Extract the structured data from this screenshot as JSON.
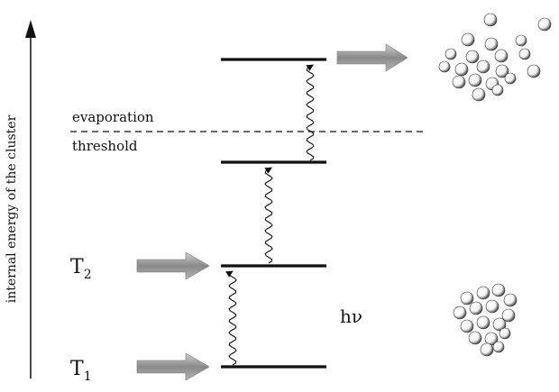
{
  "axis": {
    "label": "internal energy of the cluster"
  },
  "threshold": {
    "line1": "evaporation",
    "line2": "threshold"
  },
  "temperatures": {
    "t2_main": "T",
    "t2_sub": "2",
    "t1_main": "T",
    "t1_sub": "1"
  },
  "photon": {
    "label": "hν"
  },
  "colors": {
    "ink": "#111111",
    "arrow_fill": "#8a8a8a",
    "arrow_light": "#d6d6d6",
    "sphere_shadow": "#222222"
  }
}
